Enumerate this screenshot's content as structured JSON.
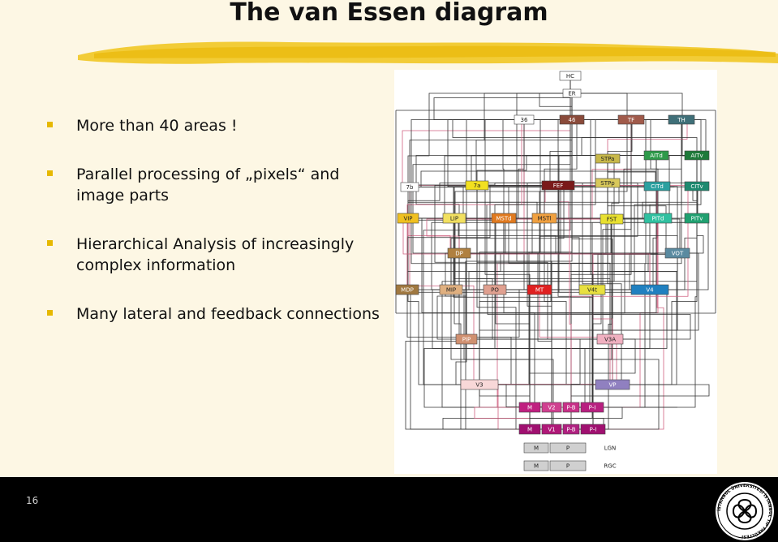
{
  "title": "The van Essen diagram",
  "bullets": [
    "More than 40 areas !",
    "Parallel processing of „pixels“ and image parts",
    "Hierarchical Analysis of increasingly complex information",
    "Many lateral and feedback connections"
  ],
  "page_number": "16",
  "logo_text": "İSTANBUL ÜNİVERSİTESİ İSTANBUL TIP FAKÜLTESİ",
  "diagram": {
    "nodes": [
      {
        "label": "HC",
        "color": "#ffffff"
      },
      {
        "label": "ER",
        "color": "#ffffff"
      },
      {
        "label": "36",
        "color": "#ffffff"
      },
      {
        "label": "46",
        "color": "#8a4a3a"
      },
      {
        "label": "TF",
        "color": "#a05a4a"
      },
      {
        "label": "TH",
        "color": "#3f6f78"
      },
      {
        "label": "STPa",
        "color": "#c8b84a"
      },
      {
        "label": "AITd",
        "color": "#2e9a4a"
      },
      {
        "label": "AITv",
        "color": "#1e7a3a"
      },
      {
        "label": "7b",
        "color": "#ffffff"
      },
      {
        "label": "7a",
        "color": "#f2e020"
      },
      {
        "label": "FEF",
        "color": "#7a1a1a"
      },
      {
        "label": "STPp",
        "color": "#d8c85a"
      },
      {
        "label": "CITd",
        "color": "#2aa0a0"
      },
      {
        "label": "CITv",
        "color": "#1e8a70"
      },
      {
        "label": "VIP",
        "color": "#f0c020"
      },
      {
        "label": "LIP",
        "color": "#f2e060"
      },
      {
        "label": "MSTd",
        "color": "#e07a20"
      },
      {
        "label": "MSTl",
        "color": "#f0a040"
      },
      {
        "label": "FST",
        "color": "#e8e030"
      },
      {
        "label": "PITd",
        "color": "#30c0a0"
      },
      {
        "label": "PITv",
        "color": "#20a070"
      },
      {
        "label": "DP",
        "color": "#b08040"
      },
      {
        "label": "VOT",
        "color": "#5a8aa0"
      },
      {
        "label": "MDP",
        "color": "#a07840"
      },
      {
        "label": "MIP",
        "color": "#e0b080"
      },
      {
        "label": "PO",
        "color": "#e0a090"
      },
      {
        "label": "MT",
        "color": "#e02020"
      },
      {
        "label": "V4t",
        "color": "#e8e040"
      },
      {
        "label": "V4",
        "color": "#2080c0"
      },
      {
        "label": "PIP",
        "color": "#d09070"
      },
      {
        "label": "V3A",
        "color": "#f0b0c0"
      },
      {
        "label": "V3",
        "color": "#f8d8d8"
      },
      {
        "label": "VP",
        "color": "#9080c0"
      },
      {
        "label": "M",
        "color": "#c02080"
      },
      {
        "label": "V2",
        "color": "#d04090"
      },
      {
        "label": "P-B",
        "color": "#c83088"
      },
      {
        "label": "P-I",
        "color": "#b82080"
      },
      {
        "label": "M",
        "color": "#a01070"
      },
      {
        "label": "V1",
        "color": "#b01878"
      },
      {
        "label": "P-B",
        "color": "#b02080"
      },
      {
        "label": "P-I",
        "color": "#a01070"
      },
      {
        "label": "M",
        "color": "#d0d0d0"
      },
      {
        "label": "P",
        "color": "#d0d0d0"
      },
      {
        "label": "LGN",
        "color": "#ffffff"
      },
      {
        "label": "M",
        "color": "#d0d0d0"
      },
      {
        "label": "P",
        "color": "#d0d0d0"
      },
      {
        "label": "RGC",
        "color": "#ffffff"
      }
    ]
  },
  "colors": {
    "background": "#fdf7e4",
    "accent_brush": "#f0c419",
    "bullet": "#e6b800",
    "footer": "#000000"
  }
}
